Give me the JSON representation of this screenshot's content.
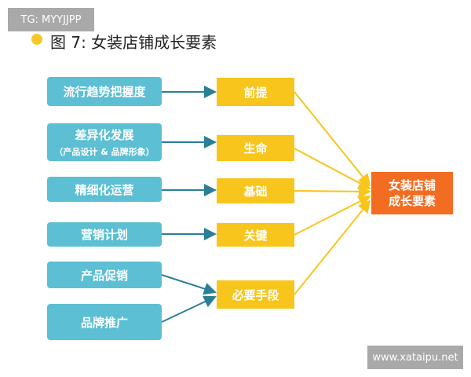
{
  "watermark_top": "TG: MYYJJPP",
  "title": "图 7: 女装店铺成长要素",
  "left_items": [
    {
      "label": "流行趋势把握度"
    },
    {
      "label": "差异化发展",
      "sub": "（产品设计 & 品牌形象）"
    },
    {
      "label": "精细化运营"
    },
    {
      "label": "营销计划"
    },
    {
      "label": "产品促销"
    },
    {
      "label": "品牌推广"
    }
  ],
  "middle_items": [
    "前提",
    "生命",
    "基础",
    "关键",
    "必要手段"
  ],
  "result": {
    "line1": "女装店铺",
    "line2": "成长要素"
  },
  "watermark_bottom": "www.xataipu.net",
  "colors": {
    "blue": "#5cbfd3",
    "yellow": "#f7c51c",
    "orange": "#f26c22",
    "arrow_dark": "#2a7f96"
  }
}
